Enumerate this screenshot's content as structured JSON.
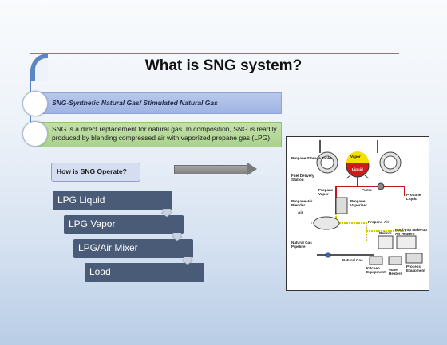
{
  "slide": {
    "title": "What is SNG system?",
    "definition": "SNG-Synthetic Natural Gas/ Stimulated Natural Gas",
    "description": "SNG is a direct replacement for natural gas. In composition, SNG is readily produced by blending compressed air with vaporized propane gas (LPG).",
    "operate_label": "How is SNG Operate?"
  },
  "steps": [
    "LPG Liquid",
    "LPG Vapor",
    "LPG/Air Mixer",
    "Load"
  ],
  "diagram": {
    "labels": {
      "propane_storage_tanks": "Propane Storage Tanks",
      "vapor": "Vapor",
      "liquid": "Liquid",
      "fuel_delivery": "Fuel Delivery Station",
      "propane_vapor": "Propane Vapor",
      "pump": "Pump",
      "propane_liquid": "Propane Liquid",
      "propane_air_blender": "Propane-Air Blender",
      "propane_vaporizer": "Propane Vaporizer",
      "air": "Air",
      "propane_air": "Propane-Air",
      "boilers": "Boilers",
      "roof_top": "Roof-Top Make-up Air Heaters",
      "natural_gas_pipeline": "Natural Gas Pipeline",
      "natural_gas": "Natural Gas",
      "kitchen_equipment": "Kitchen Equipment",
      "water_heaters": "Water Heaters",
      "process_equipment": "Process Equipment"
    }
  },
  "colors": {
    "accent": "#5b86c5",
    "band_blue": "#a9bde6",
    "band_green": "#b3d796",
    "step_fill": "#4a5b77",
    "liquid_line": "#c0161c",
    "vapor_line": "#d4c800"
  }
}
